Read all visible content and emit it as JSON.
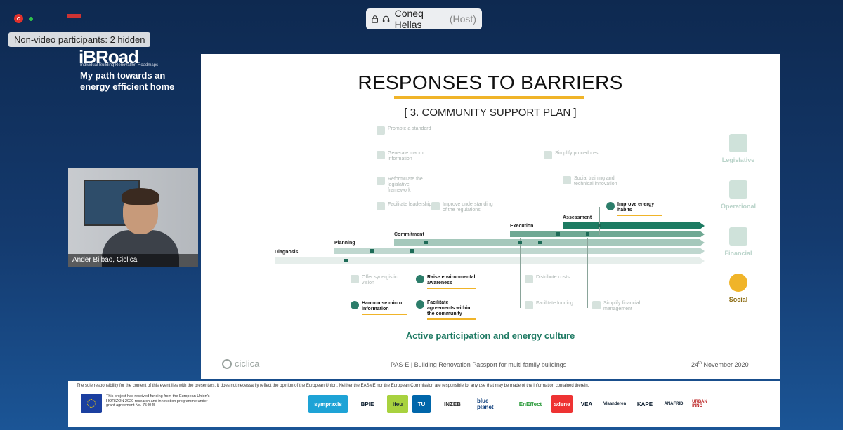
{
  "meeting": {
    "nonvideo_label": "Non-video participants: 2 hidden",
    "host_name": "Coneq Hellas",
    "host_role": "(Host)"
  },
  "background": {
    "logo": "iBRoad",
    "logo_sub": "Individual Building Renovation Roadmaps",
    "tagline": "My path towards an energy efficient home"
  },
  "webcam": {
    "participant_name": "Ander Bilbao, Ciclica"
  },
  "slide": {
    "title": "RESPONSES TO BARRIERS",
    "subtitle": "[ 3. COMMUNITY SUPPORT PLAN ]",
    "stages": {
      "diagnosis": "Diagnosis",
      "planning": "Planning",
      "commitment": "Commitment",
      "execution": "Execution",
      "assessment": "Assessment"
    },
    "items_above": [
      {
        "text": "Promote a standard"
      },
      {
        "text": "Generate macro information"
      },
      {
        "text": "Reformulate the legislative framework"
      },
      {
        "text": "Facilitate leadership"
      },
      {
        "text": "Improve understanding of the regulations"
      },
      {
        "text": "Simplify procedures"
      },
      {
        "text": "Social training and technical innovation"
      },
      {
        "text": "Improve energy habits"
      }
    ],
    "items_below": [
      {
        "text": "Offer synergistic vision"
      },
      {
        "text": "Harmonise micro information"
      },
      {
        "text": "Raise environmental awareness"
      },
      {
        "text": "Facilitate agreements within the community"
      },
      {
        "text": "Distribute costs"
      },
      {
        "text": "Facilitate funding"
      },
      {
        "text": "Simplify financial management"
      }
    ],
    "categories": [
      {
        "label": "Legislative",
        "icon": "document-icon"
      },
      {
        "label": "Operational",
        "icon": "tools-icon"
      },
      {
        "label": "Financial",
        "icon": "euro-icon"
      },
      {
        "label": "Social",
        "icon": "people-icon"
      }
    ],
    "tagline": "Active participation and energy culture",
    "footer": {
      "logo": "ciclica",
      "center": "PAS-E |  Building Renovation Passport for multi family buildings",
      "date_day": "24",
      "date_sup": "th",
      "date_rest": " November 2020"
    }
  },
  "strip": {
    "disclaimer": "The sole responsibility for the content of this event lies with the presenters. It does not necessarily reflect the opinion of the European Union. Neither the EASME nor the European Commission are responsible for any use that may be made of the information contained therein.",
    "funding": "This project has received funding from the European Union's HORIZON 2020 research and innovation programme under grant agreement No. 754045",
    "partners": [
      "sympraxis",
      "BPIE",
      "ifeu",
      "TU",
      "INZEB",
      "blue planet",
      "EnEffect",
      "adene",
      "VEA",
      "Vlaanderen",
      "KAPE",
      "ANAFRID",
      "URBAN INNO"
    ]
  },
  "colors": {
    "accent_gold": "#f0b429",
    "accent_green": "#1e7a63",
    "bar_dark": "#1d7b62",
    "bar_mid": "#8db9a9",
    "bar_light": "#bfd7cf"
  }
}
